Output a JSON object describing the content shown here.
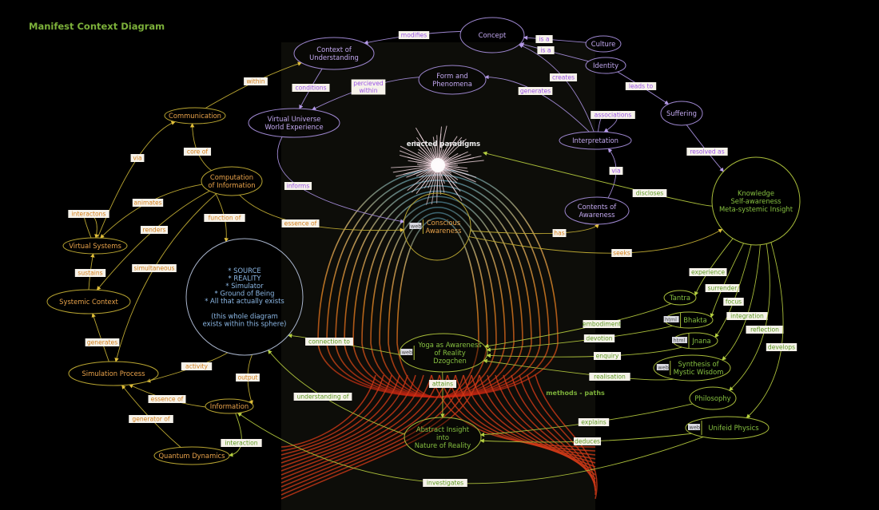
{
  "title": "Manifest Context Diagram",
  "annotations": {
    "enacted": "enacted paradigms",
    "methods": "methods - paths"
  },
  "colors": {
    "purple": {
      "stroke": "#9d86cf",
      "text": "#c2a8f0",
      "label": "#9b55e6"
    },
    "orange": {
      "stroke": "#b9a531",
      "text": "#e8a24a",
      "label": "#d4801c"
    },
    "green": {
      "stroke": "#a9bd3a",
      "text": "#86c040",
      "label": "#5e9a22"
    },
    "source": {
      "stroke": "#a8b4cc",
      "text": "#8cb8e6"
    }
  },
  "nodes": [
    {
      "id": "concept",
      "group": "purple",
      "lines": [
        "Concept"
      ]
    },
    {
      "id": "culture",
      "group": "purple",
      "lines": [
        "Culture"
      ]
    },
    {
      "id": "identity",
      "group": "purple",
      "lines": [
        "Identity"
      ]
    },
    {
      "id": "context",
      "group": "purple",
      "lines": [
        "Context of",
        "Understanding"
      ]
    },
    {
      "id": "form",
      "group": "purple",
      "lines": [
        "Form and",
        "Phenomena"
      ]
    },
    {
      "id": "vuniverse",
      "group": "purple",
      "lines": [
        "Virtual Universe",
        "World Experience"
      ]
    },
    {
      "id": "suffering",
      "group": "purple",
      "lines": [
        "Suffering"
      ]
    },
    {
      "id": "interpretation",
      "group": "purple",
      "lines": [
        "Interpretation"
      ]
    },
    {
      "id": "contents",
      "group": "purple",
      "lines": [
        "Contents of",
        "Awareness"
      ]
    },
    {
      "id": "communication",
      "group": "orange",
      "lines": [
        "Communication"
      ]
    },
    {
      "id": "computation",
      "group": "orange",
      "lines": [
        "Computation",
        "of Information"
      ]
    },
    {
      "id": "vsystems",
      "group": "orange",
      "lines": [
        "Virtual Systems"
      ]
    },
    {
      "id": "systemic",
      "group": "orange",
      "lines": [
        "Systemic Context"
      ]
    },
    {
      "id": "simulation",
      "group": "orange",
      "lines": [
        "Simulation Process"
      ]
    },
    {
      "id": "information",
      "group": "orange",
      "lines": [
        "Information"
      ]
    },
    {
      "id": "quantum",
      "group": "orange",
      "lines": [
        "Quantum Dynamics"
      ]
    },
    {
      "id": "source",
      "group": "source",
      "lines": [
        "* SOURCE",
        "* REALITY",
        "* Simulator",
        "* Ground of Being",
        "* All that actually exists",
        "",
        "(this whole diagram",
        "exists within this sphere)"
      ]
    },
    {
      "id": "conscious",
      "group": "orange",
      "lines": [
        "Conscious",
        "Awareness"
      ],
      "tag": "web"
    },
    {
      "id": "knowledge",
      "group": "green",
      "lines": [
        "Knowledge",
        "Self-awareness",
        "Meta-systemic Insight"
      ]
    },
    {
      "id": "tantra",
      "group": "green",
      "lines": [
        "Tantra"
      ]
    },
    {
      "id": "bhakta",
      "group": "green",
      "lines": [
        "Bhakta"
      ],
      "tag": "html"
    },
    {
      "id": "jnana",
      "group": "green",
      "lines": [
        "Jnana"
      ],
      "tag": "html"
    },
    {
      "id": "synthesis",
      "group": "green",
      "lines": [
        "Synthesis of",
        "Mystic Wisdom"
      ],
      "tag": "web"
    },
    {
      "id": "philosophy",
      "group": "green",
      "lines": [
        "Philosophy"
      ]
    },
    {
      "id": "physics",
      "group": "green",
      "lines": [
        "Unifeid Physics"
      ],
      "tag": "web"
    },
    {
      "id": "yoga",
      "group": "green",
      "lines": [
        "Yoga as Awareness",
        "of Reality",
        "Dzogchen"
      ],
      "tag": "web"
    },
    {
      "id": "abstract",
      "group": "green",
      "lines": [
        "Abstract Insight",
        "into",
        "Nature of Reality"
      ]
    }
  ],
  "edges": [
    {
      "from": "concept",
      "to": "context",
      "label": "modifies",
      "group": "purple"
    },
    {
      "from": "culture",
      "to": "concept",
      "label": "is a",
      "group": "purple"
    },
    {
      "from": "identity",
      "to": "concept",
      "label": "is a",
      "group": "purple"
    },
    {
      "from": "interpretation",
      "to": "concept",
      "label": "creates",
      "group": "purple"
    },
    {
      "from": "identity",
      "to": "suffering",
      "label": "leads to",
      "group": "purple"
    },
    {
      "from": "interpretation",
      "to": "form",
      "label": "generates",
      "group": "purple"
    },
    {
      "from": "form",
      "to": "vuniverse",
      "label": "percieved within",
      "group": "purple"
    },
    {
      "from": "context",
      "to": "vuniverse",
      "label": "conditions",
      "group": "purple"
    },
    {
      "from": "vuniverse",
      "to": "conscious",
      "label": "informs",
      "group": "purple"
    },
    {
      "from": "interpretation",
      "to": "interpretation",
      "label": "associations",
      "group": "purple"
    },
    {
      "from": "contents",
      "to": "interpretation",
      "label": "via",
      "group": "purple"
    },
    {
      "from": "suffering",
      "to": "knowledge",
      "label": "resolved as",
      "group": "purple"
    },
    {
      "from": "knowledge",
      "to": "paradigms",
      "label": "discloses",
      "group": "green"
    },
    {
      "from": "conscious",
      "to": "contents",
      "label": "has",
      "group": "orange"
    },
    {
      "from": "conscious",
      "to": "knowledge",
      "label": "seeks",
      "group": "orange"
    },
    {
      "from": "communication",
      "to": "context",
      "label": "within",
      "group": "orange"
    },
    {
      "from": "vsystems",
      "to": "communication",
      "label": "via",
      "group": "orange"
    },
    {
      "from": "computation",
      "to": "communication",
      "label": "core of",
      "group": "orange"
    },
    {
      "from": "computation",
      "to": "vsystems",
      "label": "animates",
      "group": "orange"
    },
    {
      "from": "vsystems",
      "to": "vsystems",
      "label": "interactons",
      "group": "orange"
    },
    {
      "from": "computation",
      "to": "systemic",
      "label": "renders",
      "group": "orange"
    },
    {
      "from": "computation",
      "to": "simulation",
      "label": "simultaneous",
      "group": "orange"
    },
    {
      "from": "computation",
      "to": "source",
      "label": "function of",
      "group": "orange"
    },
    {
      "from": "computation",
      "to": "conscious",
      "label": "essence of",
      "group": "orange"
    },
    {
      "from": "systemic",
      "to": "vsystems",
      "label": "sustains",
      "group": "orange"
    },
    {
      "from": "simulation",
      "to": "systemic",
      "label": "generates",
      "group": "orange"
    },
    {
      "from": "source",
      "to": "simulation",
      "label": "activity",
      "group": "orange"
    },
    {
      "from": "source",
      "to": "information",
      "label": "output",
      "group": "orange"
    },
    {
      "from": "information",
      "to": "simulation",
      "label": "essence of",
      "group": "orange"
    },
    {
      "from": "quantum",
      "to": "simulation",
      "label": "generator of",
      "group": "orange"
    },
    {
      "from": "information",
      "to": "quantum",
      "label": "interaction",
      "group": "green"
    },
    {
      "from": "physics",
      "to": "information",
      "label": "investigates",
      "group": "green"
    },
    {
      "from": "yoga",
      "to": "source",
      "label": "connection to",
      "group": "green"
    },
    {
      "from": "abstract",
      "to": "source",
      "label": "understanding of",
      "group": "green"
    },
    {
      "from": "yoga",
      "to": "abstract",
      "label": "attains",
      "group": "green"
    },
    {
      "from": "knowledge",
      "to": "tantra",
      "label": "experience",
      "group": "green"
    },
    {
      "from": "knowledge",
      "to": "bhakta",
      "label": "surrender",
      "group": "green"
    },
    {
      "from": "knowledge",
      "to": "jnana",
      "label": "focus",
      "group": "green"
    },
    {
      "from": "knowledge",
      "to": "synthesis",
      "label": "integration",
      "group": "green"
    },
    {
      "from": "knowledge",
      "to": "philosophy",
      "label": "reflection",
      "group": "green"
    },
    {
      "from": "knowledge",
      "to": "physics",
      "label": "develops",
      "group": "green"
    },
    {
      "from": "tantra",
      "to": "yoga",
      "label": "embodiment",
      "group": "green"
    },
    {
      "from": "bhakta",
      "to": "yoga",
      "label": "devotion",
      "group": "green"
    },
    {
      "from": "jnana",
      "to": "yoga",
      "label": "enquiry",
      "group": "green"
    },
    {
      "from": "synthesis",
      "to": "yoga",
      "label": "realisation",
      "group": "green"
    },
    {
      "from": "philosophy",
      "to": "abstract",
      "label": "explains",
      "group": "green"
    },
    {
      "from": "physics",
      "to": "abstract",
      "label": "deduces",
      "group": "green"
    }
  ]
}
